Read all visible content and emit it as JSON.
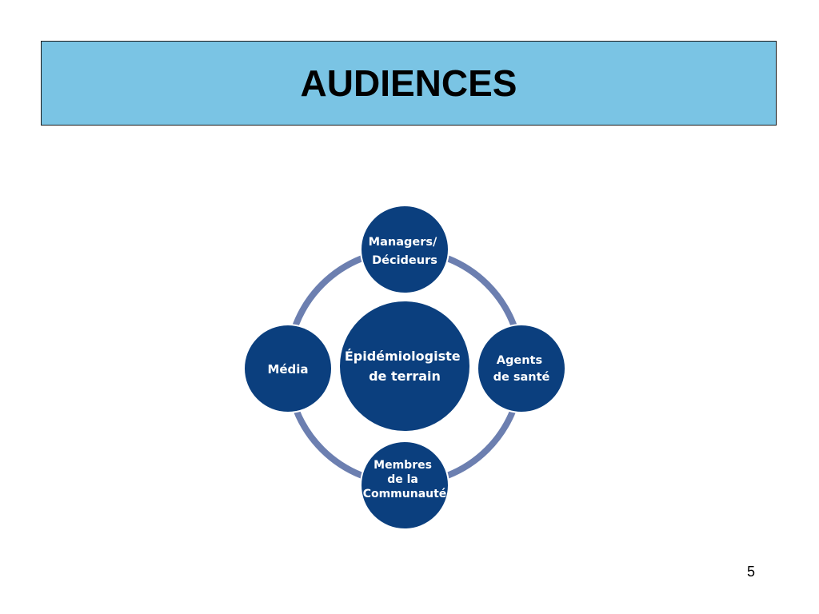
{
  "slide": {
    "title": "AUDIENCES",
    "page_number": "5"
  },
  "diagram": {
    "center": {
      "lines": [
        "Épidémiologiste",
        "de terrain"
      ]
    },
    "nodes": [
      {
        "id": "top",
        "lines": [
          "Managers/",
          "Décideurs"
        ]
      },
      {
        "id": "right",
        "lines": [
          "Agents",
          "de santé"
        ]
      },
      {
        "id": "bottom",
        "lines": [
          "Membres",
          "de la",
          "Communauté"
        ]
      },
      {
        "id": "left",
        "lines": [
          "Média"
        ]
      }
    ],
    "colors": {
      "node_fill": "#0b3f7e",
      "ring_stroke": "#6c7fb0",
      "title_bar": "#7ac4e4"
    }
  }
}
